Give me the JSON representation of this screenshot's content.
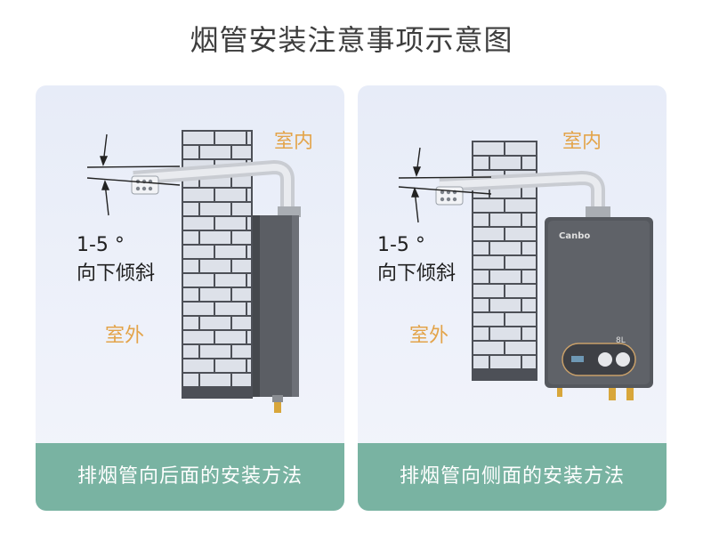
{
  "title": "烟管安装注意事项示意图",
  "colors": {
    "accent_orange": "#E3A44A",
    "footer_green": "#79B3A2",
    "card_bg": "#E7ECF8"
  },
  "panels": [
    {
      "indoor_label": "室内",
      "outdoor_label": "室外",
      "angle_label": "1-5 °",
      "tilt_label": "向下倾斜",
      "footer": "排烟管向后面的安装方法"
    },
    {
      "indoor_label": "室内",
      "outdoor_label": "室外",
      "angle_label": "1-5 °",
      "tilt_label": "向下倾斜",
      "heater_brand": "Canbo",
      "heater_capacity": "8L",
      "footer": "排烟管向侧面的安装方法"
    }
  ]
}
